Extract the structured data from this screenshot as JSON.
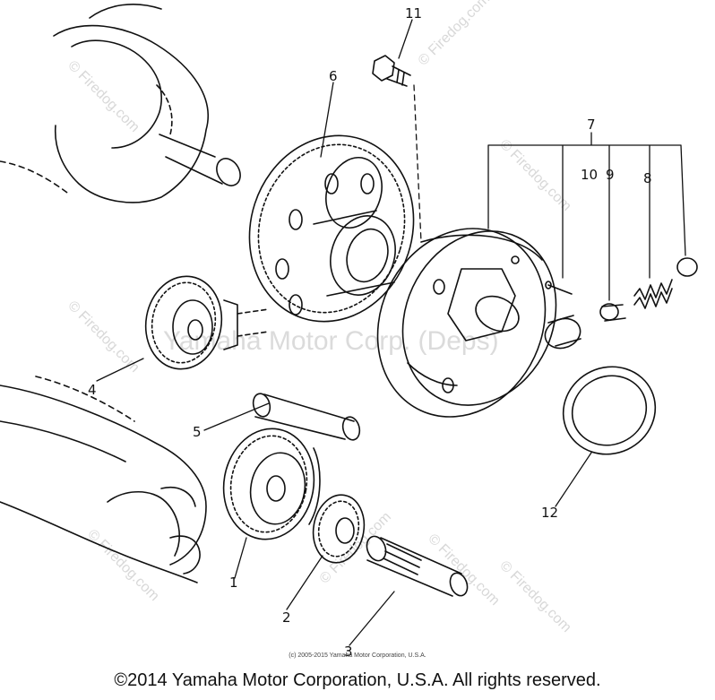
{
  "callouts": {
    "c1": "1",
    "c2": "2",
    "c3": "3",
    "c4": "4",
    "c5": "5",
    "c6": "6",
    "c7": "7",
    "c8": "8",
    "c9": "9",
    "c10": "10",
    "c11": "11",
    "c12": "12"
  },
  "watermarks": {
    "w1": "© Firedog.com",
    "w2": "© Firedog.com",
    "w3": "© Firedog.com",
    "w4": "© Firedog.com",
    "w5": "© Firedog.com",
    "w6": "© Firedog.com",
    "w7": "© Firedog.com",
    "w8": "© Firedog.com",
    "center": "Yamaha Motor Corp. (Deps)"
  },
  "footer": {
    "small_copyright": "(c) 2005-2015 Yamaha Motor Corporation, U.S.A.",
    "copyright": "©2014 Yamaha Motor Corporation, U.S.A. All rights reserved."
  }
}
